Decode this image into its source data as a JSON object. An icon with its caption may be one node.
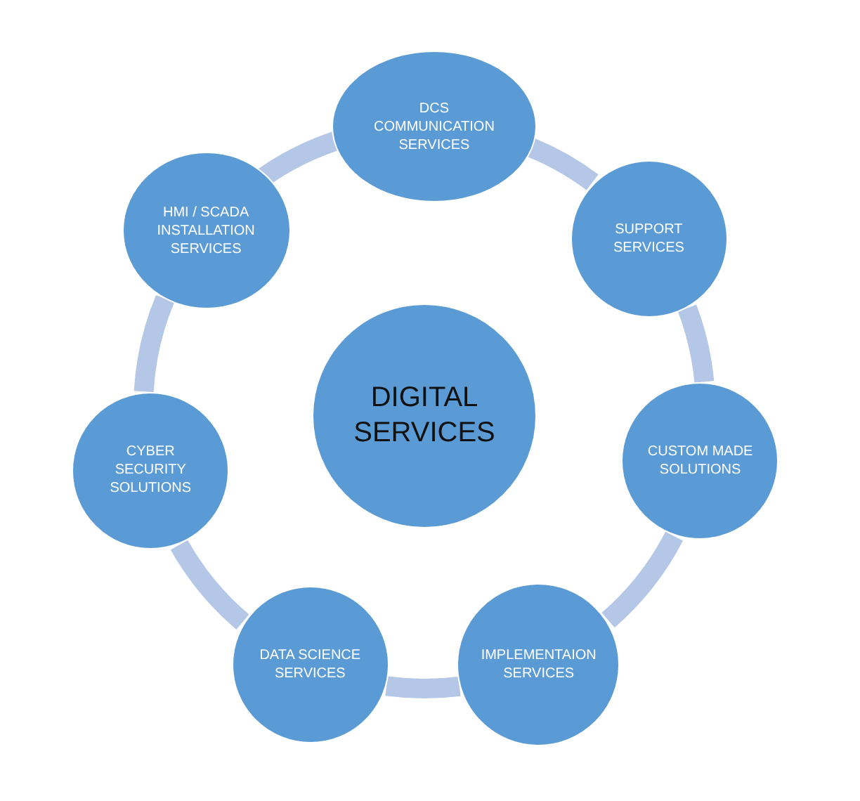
{
  "diagram": {
    "nodes": [
      {
        "text": [
          "DIGITAL SERVICES"
        ]
      },
      {
        "text": [
          "DCS COMMUNICATION SERVICES"
        ]
      },
      {
        "text": [
          "SUPPORT SERVICES"
        ]
      },
      {
        "text": [
          "CUSTOM MADE SOLUTIONS"
        ]
      },
      {
        "text": [
          "IMPLEMENTAION SERVICES"
        ]
      },
      {
        "text": [
          "DATA SCIENCE SERVICES"
        ]
      },
      {
        "text": [
          "CYBER SECURITY SOLUTIONS"
        ]
      },
      {
        "text": [
          "HMI / SCADA INSTALLATION SERVICES"
        ]
      }
    ],
    "edges": [
      {
        "from": 1,
        "to": 2,
        "arrow": "none"
      },
      {
        "from": 2,
        "to": 3,
        "arrow": "none"
      },
      {
        "from": 3,
        "to": 4,
        "arrow": "none"
      },
      {
        "from": 4,
        "to": 5,
        "arrow": "none"
      },
      {
        "from": 5,
        "to": 6,
        "arrow": "none"
      },
      {
        "from": 6,
        "to": 7,
        "arrow": "none"
      },
      {
        "from": 7,
        "to": 1,
        "arrow": "none"
      }
    ]
  }
}
